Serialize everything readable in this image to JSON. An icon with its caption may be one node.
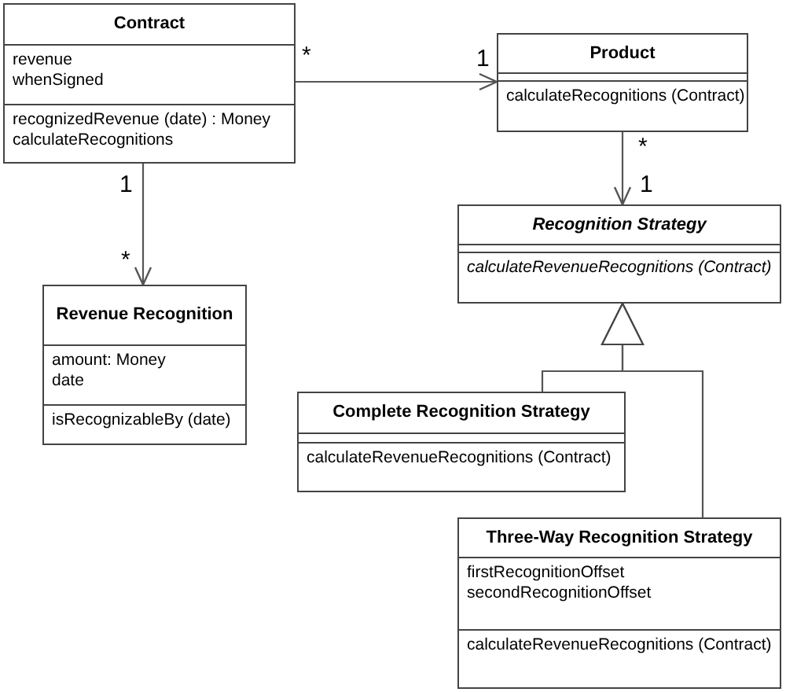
{
  "diagram": {
    "nodes": [
      {
        "text": [
          "Contract",
          "revenue",
          "whenSigned",
          "recognizedRevenue (date) : Money",
          "calculateRecognitions"
        ]
      },
      {
        "text": [
          "Product",
          "calculateRecognitions (Contract)"
        ]
      },
      {
        "text": [
          "Recognition Strategy",
          "calculateRevenueRecognitions (Contract)"
        ]
      },
      {
        "text": [
          "Revenue Recognition",
          "amount: Money",
          "date",
          "isRecognizableBy (date)"
        ]
      },
      {
        "text": [
          "Complete Recognition Strategy",
          "calculateRevenueRecognitions (Contract)"
        ]
      },
      {
        "text": [
          "Three-Way Recognition Strategy",
          "firstRecognitionOffset",
          "secondRecognitionOffset",
          "calculateRevenueRecognitions (Contract)"
        ]
      }
    ],
    "edges": [
      {
        "from": 0,
        "to": 1,
        "arrow": "to"
      },
      {
        "from": 0,
        "to": 3,
        "arrow": "to"
      },
      {
        "from": 1,
        "to": 2,
        "arrow": "to"
      },
      {
        "from": 4,
        "to": 2,
        "arrow": "to"
      },
      {
        "from": 5,
        "to": 2,
        "arrow": "to"
      }
    ],
    "labels": [
      "*",
      "1",
      "1",
      "*",
      "*",
      "1"
    ]
  }
}
